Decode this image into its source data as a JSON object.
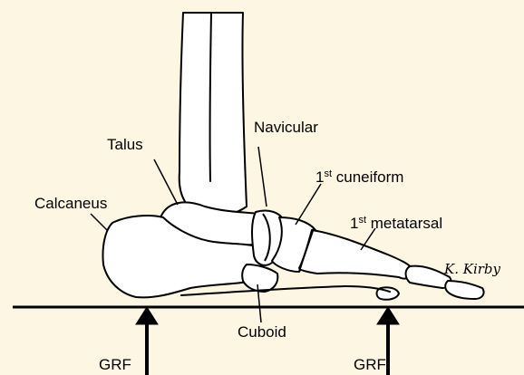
{
  "labels": {
    "talus": "Talus",
    "navicular": "Navicular",
    "first_cuneiform_sup": "st",
    "first_cuneiform_num": "1",
    "first_cuneiform_text": "cuneiform",
    "calcaneus": "Calcaneus",
    "first_metatarsal_num": "1",
    "first_metatarsal_sup": "st",
    "first_metatarsal_text": "metatarsal",
    "cuboid": "Cuboid",
    "grf_left": "GRF",
    "grf_right": "GRF"
  },
  "signature": "K. Kirby",
  "colors": {
    "background": "#fdf6e3",
    "line": "#000000",
    "bone_fill": "#ffffff"
  }
}
